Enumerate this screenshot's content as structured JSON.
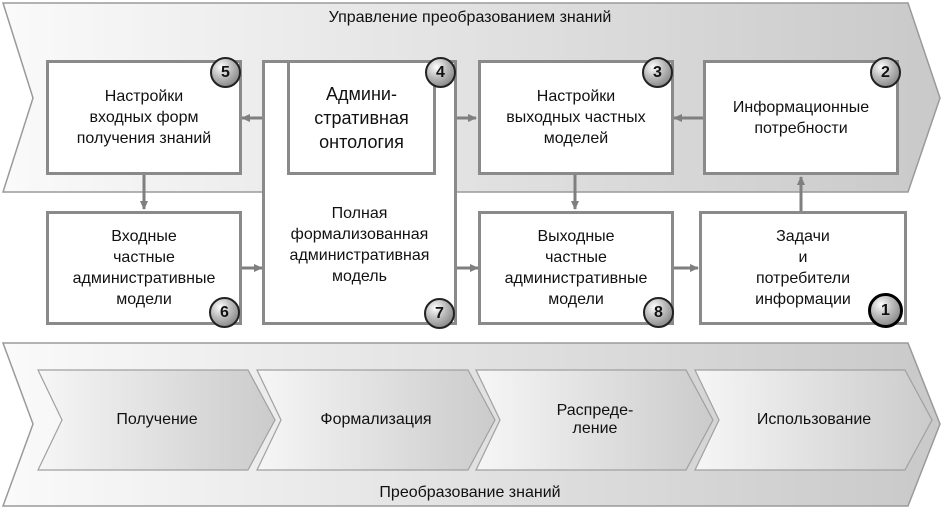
{
  "top_band": {
    "title": "Управление преобразованием знаний"
  },
  "bottom_band": {
    "title": "Преобразование  знаний"
  },
  "boxes": {
    "input_forms": {
      "label": "Настройки\nвходных форм\nполучения знаний",
      "badge": "5"
    },
    "ontology": {
      "label": "Админи-\nстративная\nонтология",
      "badge": "4"
    },
    "output_settings": {
      "label": "Настройки\nвыходных частных\nмоделей",
      "badge": "3"
    },
    "info_needs": {
      "label": "Информационные\nпотребности",
      "badge": "2"
    },
    "input_models": {
      "label": "Входные\nчастные\nадминистративные\nмодели",
      "badge": "6"
    },
    "full_model": {
      "label": "Полная\nформализованная\nадминистративная\nмодель",
      "badge": "7"
    },
    "output_models": {
      "label": "Выходные\nчастные\nадминистративные\nмодели",
      "badge": "8"
    },
    "tasks": {
      "label": "Задачи\nи\nпотребители\nинформации",
      "badge": "1"
    }
  },
  "stages": [
    "Получение",
    "Формализация",
    "Распреде-\nление",
    "Использование"
  ],
  "colors": {
    "border": "#8a8a8a",
    "arrow": "#7f7f7f",
    "band_light": "#f4f4f4",
    "band_dark": "#cfcfcf"
  }
}
